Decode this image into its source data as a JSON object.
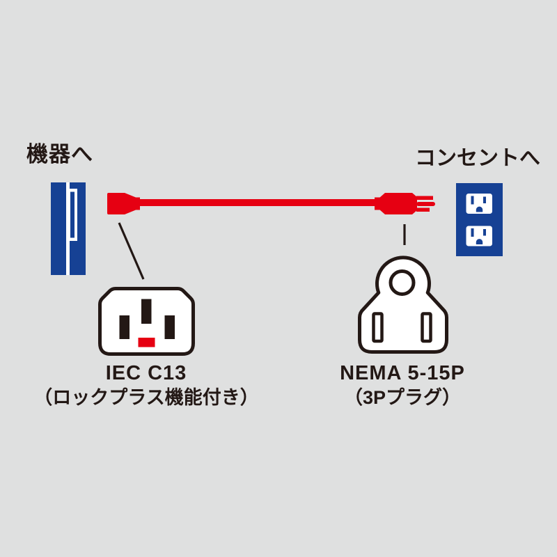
{
  "page": {
    "background_color": "#dfe0e0",
    "description_colors": {
      "cable_red": "#e60012",
      "panel_blue": "#164194",
      "line_black": "#231815",
      "white": "#ffffff"
    }
  },
  "labels": {
    "equipment": "機器へ",
    "outlet": "コンセントへ"
  },
  "connectors": {
    "left": {
      "name": "IEC C13",
      "note": "（ロックプラス機能付き）"
    },
    "right": {
      "name": "NEMA 5-15P",
      "note": "（3Pプラグ）"
    }
  },
  "icons": {
    "equipment_panel": "equipment-inlet-panel-icon",
    "power_cord": "red-power-cord-icon",
    "wall_outlet": "wall-outlet-icon",
    "iec_c13_face": "iec-c13-connector-face-icon",
    "nema_plug_face": "nema-5-15p-plug-face-icon",
    "leader_lines": "pointer-line"
  }
}
